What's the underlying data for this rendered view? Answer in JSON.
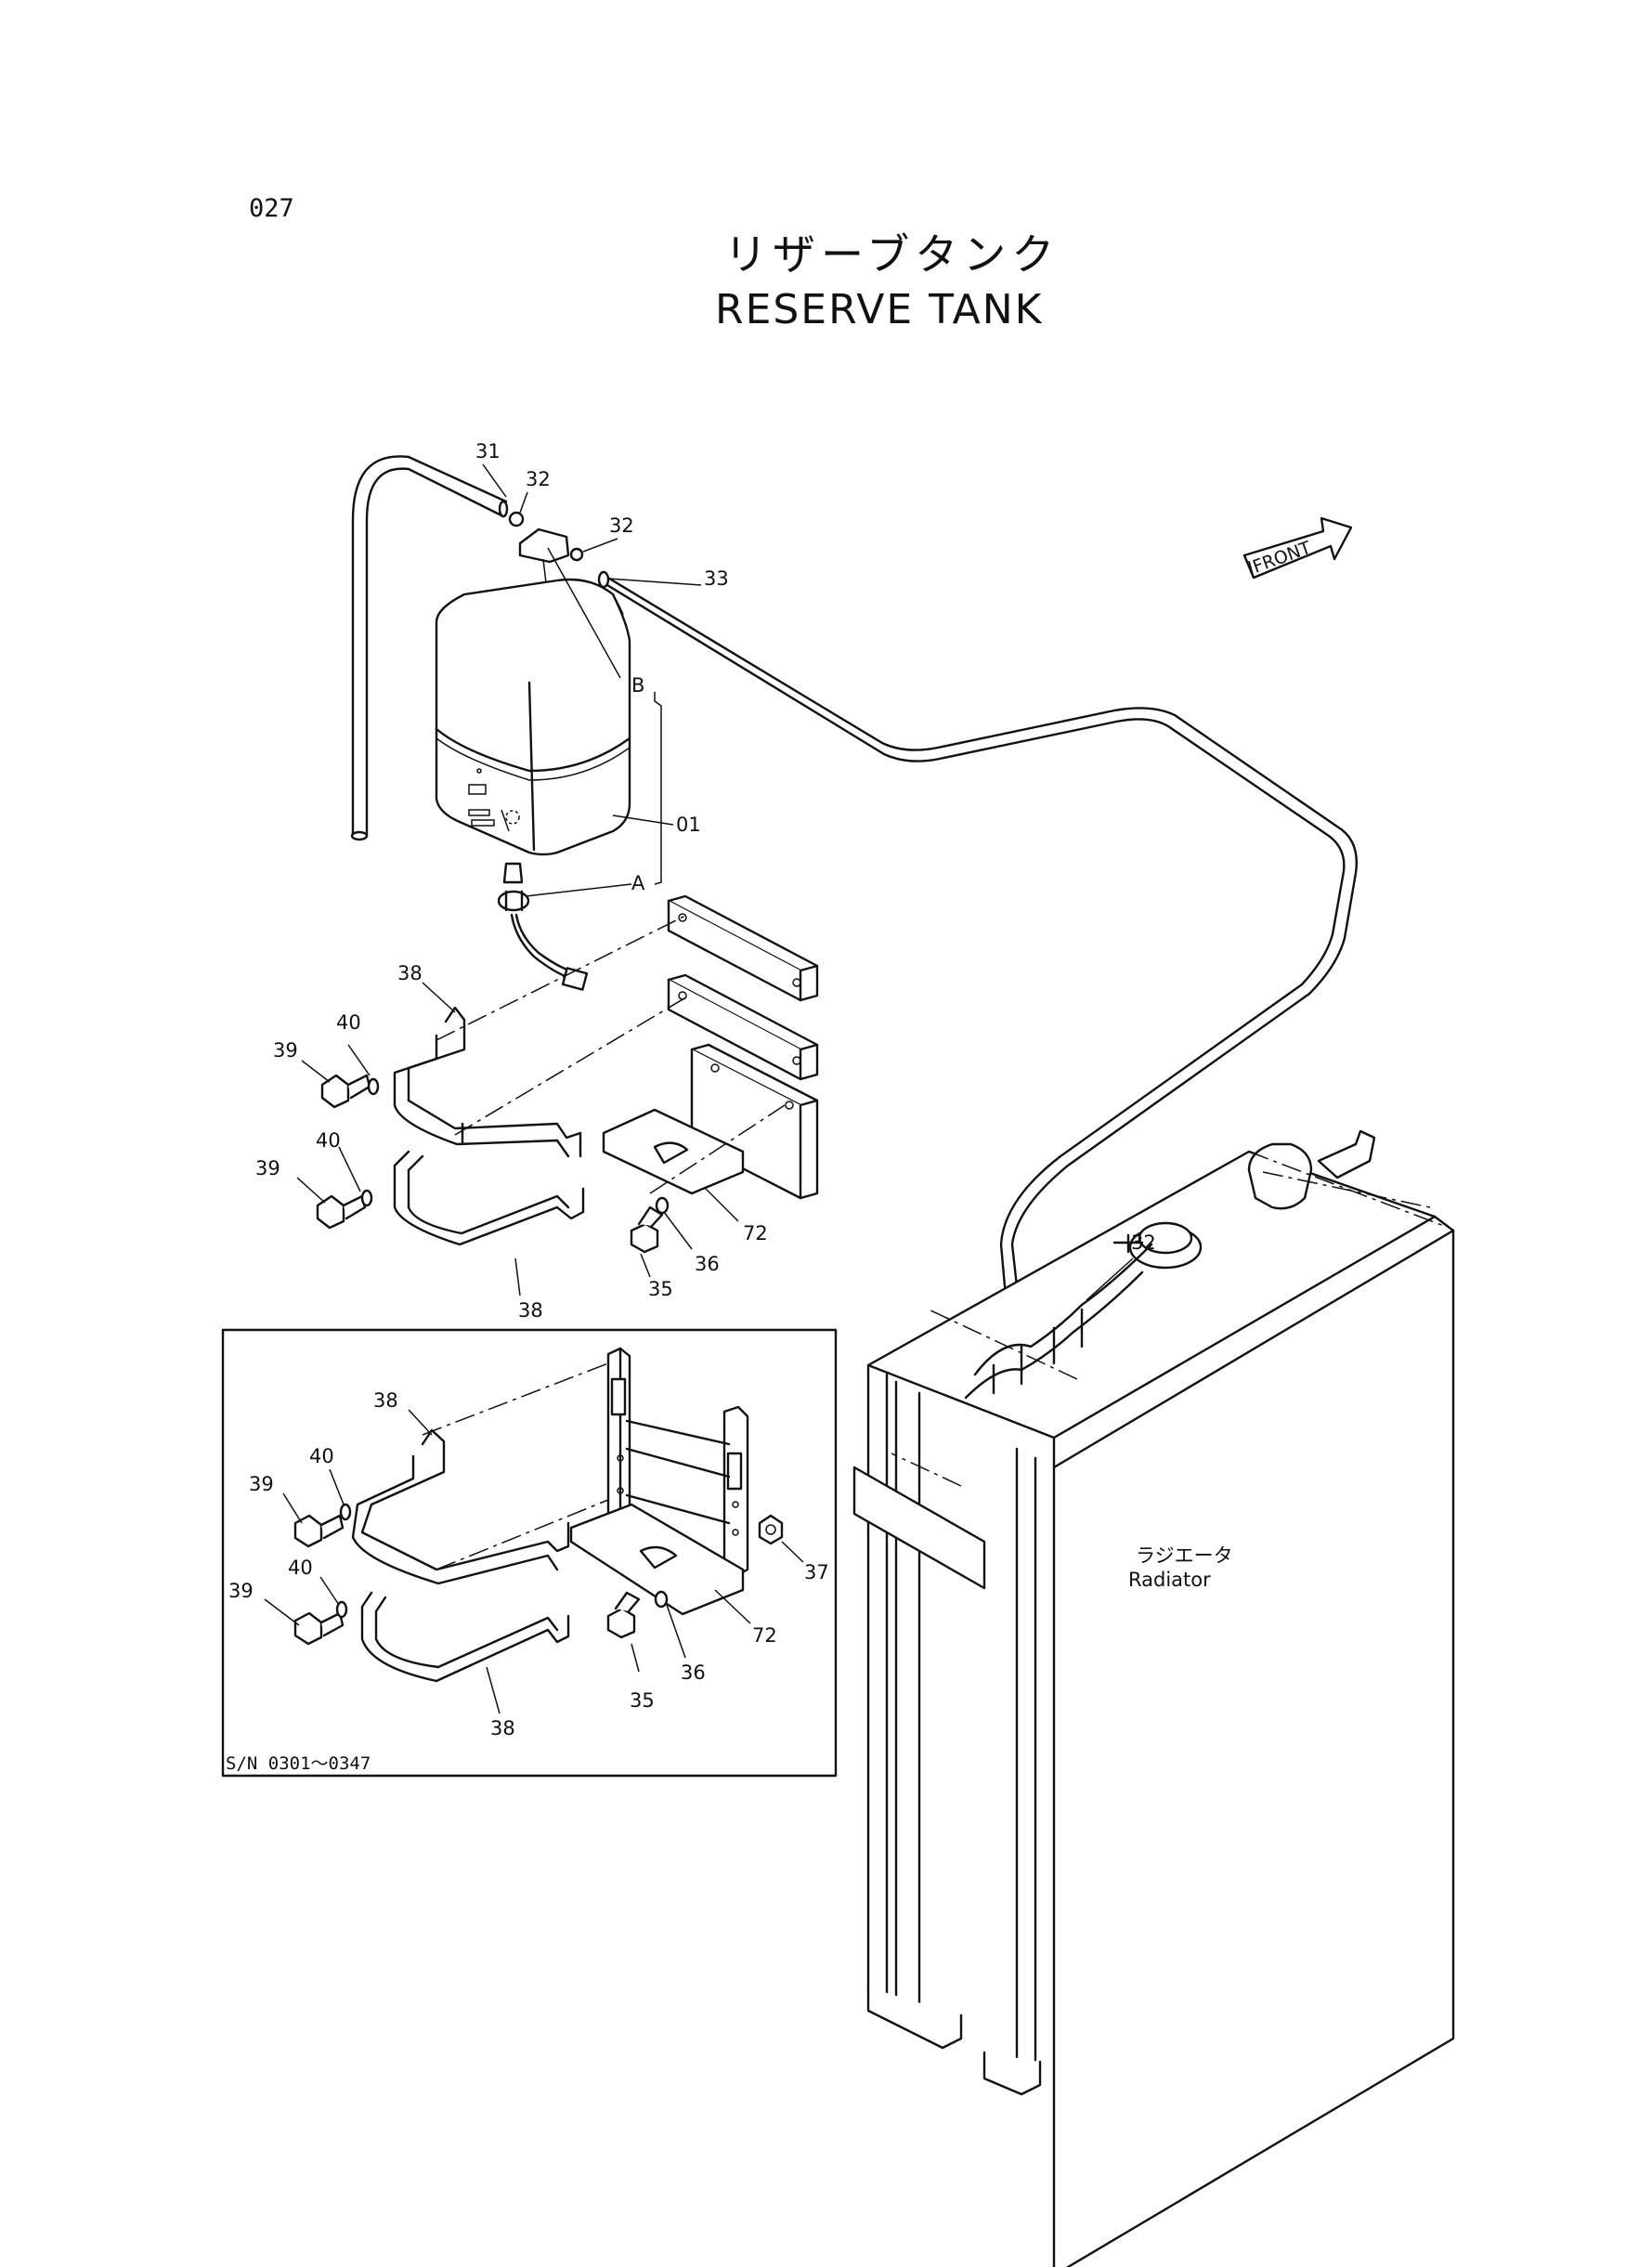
{
  "page_number": "027",
  "title_jp": "リザーブタンク",
  "title_en": "RESERVE TANK",
  "front_label": "FRONT",
  "radiator_label_jp": "ラジエータ",
  "radiator_label_en": "Radiator",
  "inset_serial": "S/N 0301～0347",
  "callouts": {
    "c31": "31",
    "c32a": "32",
    "c32b": "32",
    "c32c": "32",
    "c33": "33",
    "cB": "B",
    "c01": "01",
    "cA": "A",
    "c38a": "38",
    "c40a": "40",
    "c39a": "39",
    "c40b": "40",
    "c39b": "39",
    "c72a": "72",
    "c36a": "36",
    "c35a": "35",
    "c38b": "38",
    "c38c": "38",
    "c40c": "40",
    "c39c": "39",
    "c40d": "40",
    "c39d": "39",
    "c37": "37",
    "c72b": "72",
    "c36b": "36",
    "c35b": "35",
    "c38d": "38"
  }
}
